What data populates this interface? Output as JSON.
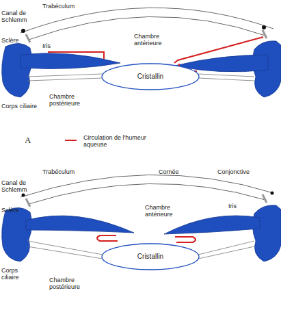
{
  "diagram": {
    "nodes": [
      {
        "text": [
          "Cristallin"
        ]
      },
      {
        "text": [
          "Cristallin"
        ]
      }
    ],
    "labels": [
      "Canal de Schlemm",
      "Trabéculum",
      "Sclère",
      "Iris",
      "Chambre antérieure",
      "Chambre postérieure",
      "Corps ciliaire",
      "A",
      "Trabéculum",
      "Cornée",
      "Conjonctive",
      "Canal de Schlemm",
      "Sclère",
      "Chambre antérieure",
      "Iris",
      "Corps ciliaire",
      "Chambre postérieure"
    ],
    "legend": [
      {
        "text": "Circulation de l'humeur aqueuse"
      }
    ]
  }
}
